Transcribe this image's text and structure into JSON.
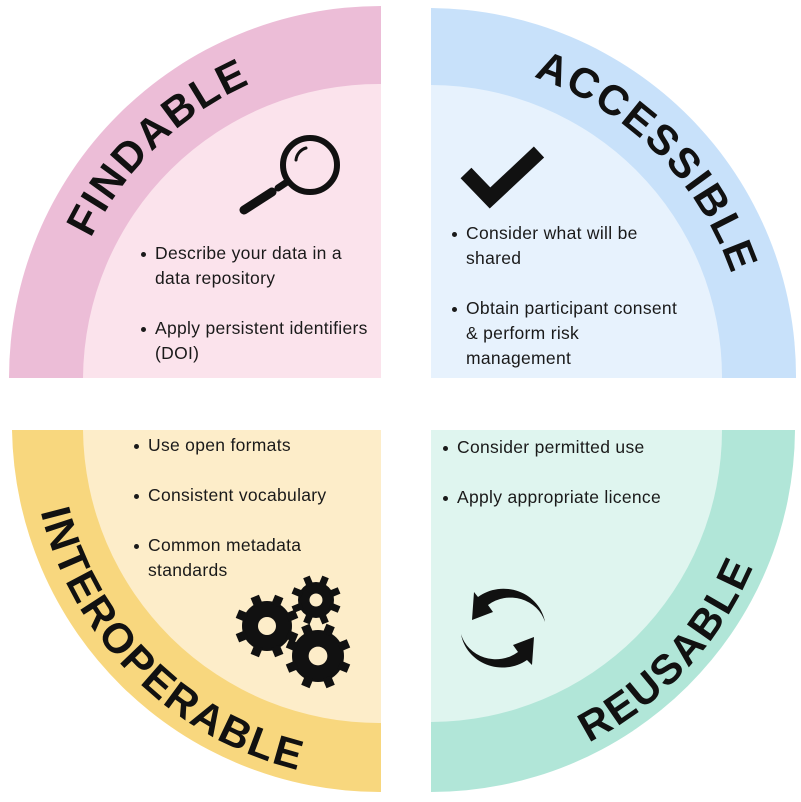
{
  "colors": {
    "findable_band": "#ecbdd7",
    "findable_inner": "#fbe3ec",
    "accessible_band": "#c8e1fa",
    "accessible_inner": "#e7f2fd",
    "interoperable_band": "#f8d77e",
    "interoperable_inner": "#fdedc9",
    "reusable_band": "#b1e6d8",
    "reusable_inner": "#dff5ef"
  },
  "quadrants": {
    "findable": {
      "title": "FINDABLE",
      "icon": "magnifier-icon",
      "items": [
        "Describe your data in a data repository",
        "Apply persistent identifiers (DOI)"
      ]
    },
    "accessible": {
      "title": "ACCESSIBLE",
      "icon": "checkmark-icon",
      "items": [
        "Consider what will be shared",
        "Obtain participant consent & perform risk management"
      ]
    },
    "interoperable": {
      "title": "INTEROPERABLE",
      "icon": "gears-icon",
      "items": [
        "Use open formats",
        "Consistent vocabulary",
        "Common metadata standards"
      ]
    },
    "reusable": {
      "title": "REUSABLE",
      "icon": "refresh-arrows-icon",
      "items": [
        "Consider permitted use",
        "Apply appropriate licence"
      ]
    }
  }
}
